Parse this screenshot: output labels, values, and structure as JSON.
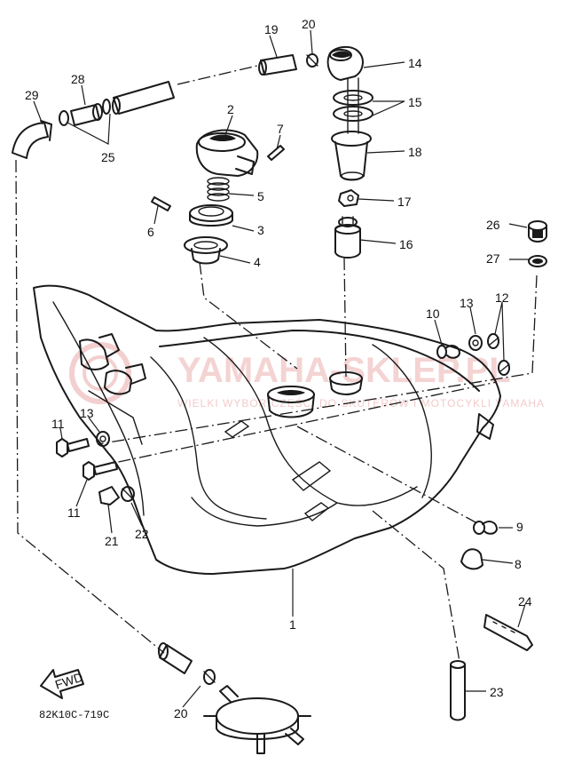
{
  "watermark": {
    "brand": "YAMAHA-SKLEP.PL",
    "tagline": "WIELKI WYBÓR CZĘŚCI DO SKUTERÓW I MOTOCYKLI YAMAHA",
    "color": "#e8a0a0"
  },
  "fwd_label": "FWD",
  "diagram_code": "82K10C-719C",
  "callouts": [
    "29",
    "28",
    "25",
    "19",
    "20",
    "14",
    "15",
    "18",
    "2",
    "7",
    "5",
    "6",
    "3",
    "4",
    "17",
    "16",
    "26",
    "27",
    "10",
    "13",
    "12",
    "11",
    "13",
    "11",
    "21",
    "22",
    "9",
    "8",
    "1",
    "24",
    "20",
    "23"
  ]
}
